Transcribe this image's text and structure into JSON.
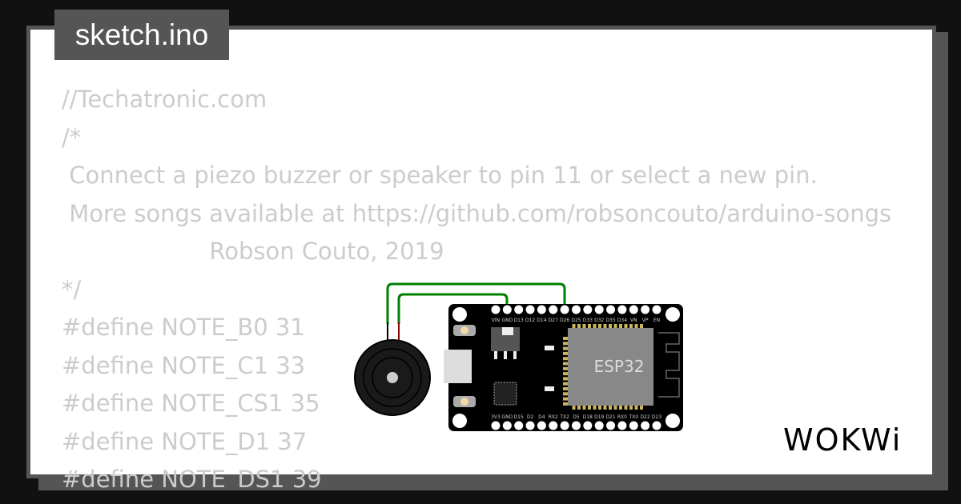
{
  "tab": {
    "filename": "sketch.ino"
  },
  "code_lines": [
    "//Techatronic.com",
    "/*",
    " Connect a piezo buzzer or speaker to pin 11 or select a new pin.",
    " More songs available at https://github.com/robsoncouto/arduino-songs",
    "                    Robson Couto, 2019",
    "*/",
    "#define NOTE_B0 31",
    "#define NOTE_C1 33",
    "#define NOTE_CS1 35",
    "#define NOTE_D1 37",
    "#define NOTE_DS1 39"
  ],
  "board": {
    "chip_label": "ESP32",
    "left_pins": [
      "EN",
      "VP",
      "VN",
      "D34",
      "D35",
      "D32",
      "D33",
      "D25",
      "D26",
      "D27",
      "D14",
      "D12",
      "D13",
      "GND",
      "VIN"
    ],
    "right_pins": [
      "D23",
      "D22",
      "TX0",
      "RX0",
      "D21",
      "D19",
      "D18",
      "D5",
      "TX2",
      "RX2",
      "D4",
      "D2",
      "D15",
      "GND",
      "3V3"
    ]
  },
  "wire_color": "#008000",
  "logo": "WOKWi"
}
